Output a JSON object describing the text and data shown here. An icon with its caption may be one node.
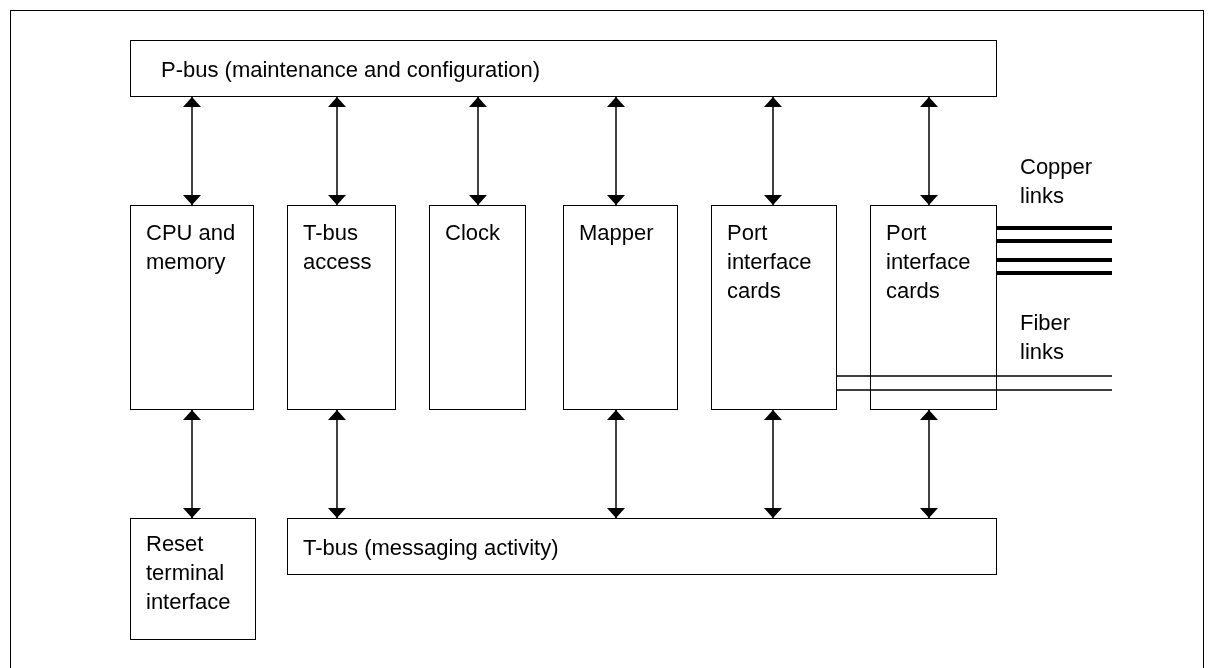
{
  "diagram": {
    "nodes": [
      {
        "text": [
          "P-bus (maintenance and configuration)"
        ]
      },
      {
        "text": [
          "CPU and memory"
        ]
      },
      {
        "text": [
          "T-bus access"
        ]
      },
      {
        "text": [
          "Clock"
        ]
      },
      {
        "text": [
          "Mapper"
        ]
      },
      {
        "text": [
          "Port interface cards"
        ]
      },
      {
        "text": [
          "Port interface cards"
        ]
      },
      {
        "text": [
          "Reset terminal interface"
        ]
      },
      {
        "text": [
          "T-bus (messaging activity)"
        ]
      }
    ],
    "edges": [
      {
        "from": 0,
        "to": 1,
        "arrow": "both"
      },
      {
        "from": 0,
        "to": 2,
        "arrow": "both"
      },
      {
        "from": 0,
        "to": 3,
        "arrow": "both"
      },
      {
        "from": 0,
        "to": 4,
        "arrow": "both"
      },
      {
        "from": 0,
        "to": 5,
        "arrow": "both"
      },
      {
        "from": 0,
        "to": 6,
        "arrow": "both"
      },
      {
        "from": 1,
        "to": 7,
        "arrow": "both"
      },
      {
        "from": 2,
        "to": 8,
        "arrow": "both"
      },
      {
        "from": 4,
        "to": 8,
        "arrow": "both"
      },
      {
        "from": 5,
        "to": 8,
        "arrow": "both"
      },
      {
        "from": 6,
        "to": 8,
        "arrow": "both"
      },
      {
        "from": 6,
        "to": null,
        "arrow": "none",
        "style": "thick"
      },
      {
        "from": 6,
        "to": null,
        "arrow": "none",
        "style": "thick"
      },
      {
        "from": 6,
        "to": null,
        "arrow": "none",
        "style": "thick"
      },
      {
        "from": 6,
        "to": null,
        "arrow": "none",
        "style": "thick"
      },
      {
        "from": 5,
        "to": null,
        "arrow": "none"
      },
      {
        "from": 5,
        "to": null,
        "arrow": "none"
      }
    ],
    "labels": [
      "Copper links",
      "Fiber links"
    ]
  }
}
